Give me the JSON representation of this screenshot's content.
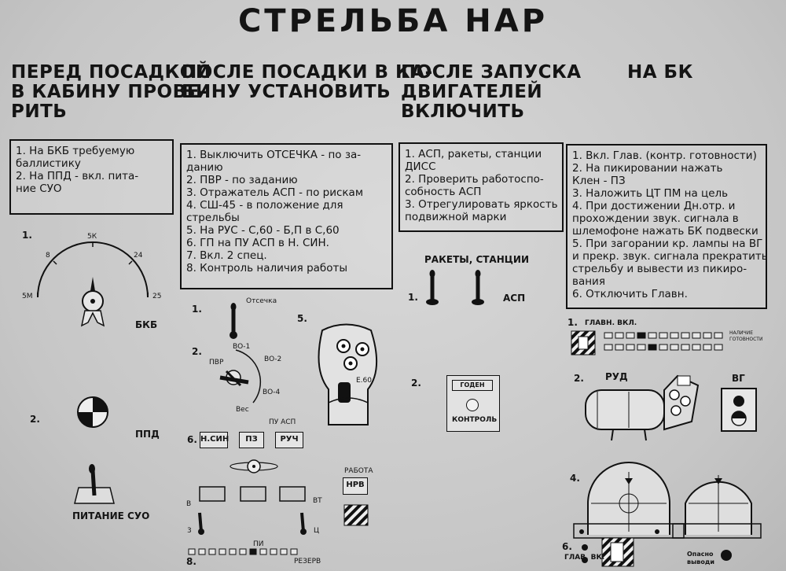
{
  "title": "СТРЕЛЬБА НАР",
  "columns": [
    {
      "heading": [
        "ПЕРЕД ПОСАДКОЙ",
        "В КАБИНУ ПРОВЕ-",
        "РИТЬ"
      ],
      "items": [
        "1. На БКБ требуемую",
        "баллистику",
        "2. На ППД - вкл. пита-",
        "ние СУО"
      ]
    },
    {
      "heading": [
        "ПОСЛЕ ПОСАДКИ В КА-",
        "БИНУ УСТАНОВИТЬ"
      ],
      "items": [
        "1. Выключить ОТСЕЧКА - по за-",
        "данию",
        "2. ПВР - по заданию",
        "3. Отражатель АСП - по рискам",
        "4. СШ-45 - в положение для",
        "стрельбы",
        "5. На РУС - С,60 - Б,П в С,60",
        "6. ГП на ПУ АСП в Н. СИН.",
        "7. Вкл. 2 спец.",
        "8. Контроль наличия работы"
      ]
    },
    {
      "heading": [
        "ПОСЛЕ ЗАПУСКА",
        "ДВИГАТЕЛЕЙ",
        "ВКЛЮЧИТЬ"
      ],
      "items": [
        "1. АСП, ракеты, станции",
        "ДИСС",
        "2. Проверить работоспо-",
        "собность АСП",
        "3. Отрегулировать яркость",
        "подвижной марки"
      ]
    },
    {
      "heading": [
        "НА БК"
      ],
      "items": [
        "1. Вкл. Глав. (контр. готовности)",
        "2. На пикировании нажать",
        "Клен - ПЗ",
        "3. Наложить ЦТ ПМ на цель",
        "4. При достижении Дн.отр. и",
        "прохождении звук. сигнала в",
        "шлемофоне нажать БК подвески",
        "5. При загорании кр. лампы на ВГ",
        "и прекр. звук. сигнала прекратить",
        "стрельбу и вывести из пикиро-",
        "вания",
        "6. Отключить Главн."
      ]
    }
  ],
  "col1": {
    "n1": "1.",
    "bkb": "БКБ",
    "scale": [
      "5М",
      "8",
      "5К",
      "24",
      "25"
    ],
    "n2": "2.",
    "ppd": "ППД",
    "suo": "ПИТАНИЕ СУО"
  },
  "col2": {
    "n1": "1.",
    "otsechka": "Отсечка",
    "n2": "2.",
    "pvr": "ПВР",
    "marks": [
      "ВО-1",
      "ВО-2",
      "ВО-4",
      "Вес"
    ],
    "n5": "5.",
    "e60": "Е.60",
    "n6": "6.",
    "pu_asp": "ПУ АСП",
    "pu_buttons": [
      "Н.СИН",
      "ПЗ",
      "РУЧ"
    ],
    "rabota": "РАБОТА",
    "nrv": "НРВ",
    "v": "В",
    "vt": "ВТ",
    "z": "3",
    "ts": "Ц",
    "pi": "ПИ",
    "rezerv": "РЕЗЕРВ",
    "n8": "8."
  },
  "col3": {
    "rakety": "РАКЕТЫ, СТАНЦИИ",
    "n1": "1.",
    "asp": "АСП",
    "n2": "2.",
    "goden": "ГОДЕН",
    "kontrol": "КОНТРОЛЬ"
  },
  "col4": {
    "n1": "1.",
    "glavn_vkl": "ГЛАВН. ВКЛ.",
    "nalichie": "НАЛИЧИЕ",
    "gotovnosti": "ГОТОВНОСТИ",
    "n2": "2.",
    "rud": "РУД",
    "vg": "ВГ",
    "n4": "4.",
    "n6": "6.",
    "glav_vk": "ГЛАВ. ВК.",
    "opasno": "Опасно",
    "vyvodi": "выводи"
  }
}
